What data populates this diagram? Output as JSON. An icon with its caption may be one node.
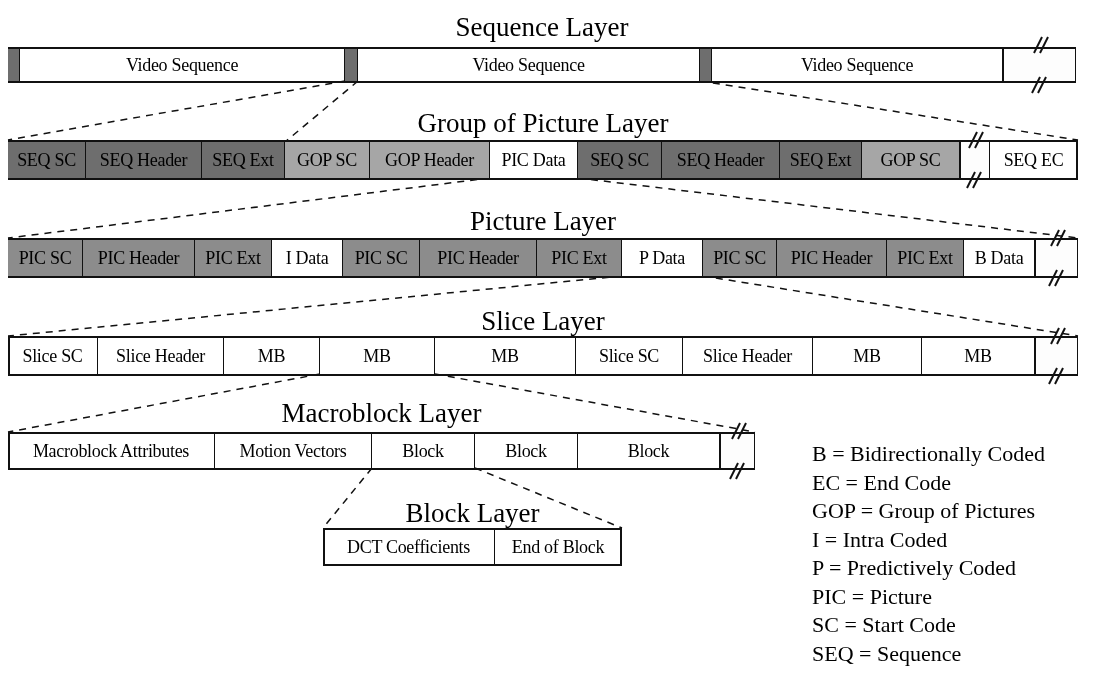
{
  "diagram": {
    "nodes": [
      {
        "text": [
          "Sequence Layer"
        ]
      },
      {
        "text": [],
        "shape": "box",
        "in": 0
      },
      {
        "text": [
          "Video Sequence"
        ],
        "in": 0
      },
      {
        "text": [],
        "shape": "box",
        "in": 0
      },
      {
        "text": [
          "Video Sequence"
        ],
        "in": 0
      },
      {
        "text": [],
        "shape": "box",
        "in": 0
      },
      {
        "text": [
          "Video Sequence"
        ],
        "in": 0
      },
      {
        "text": [],
        "shape": "box",
        "in": 0
      },
      {
        "text": [
          "Group of Picture Layer"
        ]
      },
      {
        "text": [
          "SEQ SC"
        ],
        "in": 8
      },
      {
        "text": [
          "SEQ Header"
        ],
        "in": 8
      },
      {
        "text": [
          "SEQ Ext"
        ],
        "in": 8
      },
      {
        "text": [
          "GOP SC"
        ],
        "in": 8
      },
      {
        "text": [
          "GOP Header"
        ],
        "in": 8
      },
      {
        "text": [
          "PIC Data"
        ],
        "in": 8
      },
      {
        "text": [
          "SEQ SC"
        ],
        "in": 8
      },
      {
        "text": [
          "SEQ Header"
        ],
        "in": 8
      },
      {
        "text": [
          "SEQ Ext"
        ],
        "in": 8
      },
      {
        "text": [
          "GOP SC"
        ],
        "in": 8
      },
      {
        "text": [],
        "shape": "box",
        "in": 8
      },
      {
        "text": [
          "SEQ EC"
        ],
        "in": 8
      },
      {
        "text": [
          "Picture Layer"
        ]
      },
      {
        "text": [
          "PIC SC"
        ],
        "in": 21
      },
      {
        "text": [
          "PIC Header"
        ],
        "in": 21
      },
      {
        "text": [
          "PIC Ext"
        ],
        "in": 21
      },
      {
        "text": [
          "I Data"
        ],
        "in": 21
      },
      {
        "text": [
          "PIC SC"
        ],
        "in": 21
      },
      {
        "text": [
          "PIC Header"
        ],
        "in": 21
      },
      {
        "text": [
          "PIC Ext"
        ],
        "in": 21
      },
      {
        "text": [
          "P Data"
        ],
        "in": 21
      },
      {
        "text": [
          "PIC SC"
        ],
        "in": 21
      },
      {
        "text": [
          "PIC Header"
        ],
        "in": 21
      },
      {
        "text": [
          "PIC Ext"
        ],
        "in": 21
      },
      {
        "text": [
          "B Data"
        ],
        "in": 21
      },
      {
        "text": [],
        "shape": "box",
        "in": 21
      },
      {
        "text": [
          "Slice Layer"
        ]
      },
      {
        "text": [
          "Slice SC"
        ],
        "in": 35
      },
      {
        "text": [
          "Slice Header"
        ],
        "in": 35
      },
      {
        "text": [
          "MB"
        ],
        "in": 35
      },
      {
        "text": [
          "MB"
        ],
        "in": 35
      },
      {
        "text": [
          "MB"
        ],
        "in": 35
      },
      {
        "text": [
          "Slice SC"
        ],
        "in": 35
      },
      {
        "text": [
          "Slice Header"
        ],
        "in": 35
      },
      {
        "text": [
          "MB"
        ],
        "in": 35
      },
      {
        "text": [
          "MB"
        ],
        "in": 35
      },
      {
        "text": [],
        "shape": "box",
        "in": 35
      },
      {
        "text": [
          "Macroblock Layer"
        ]
      },
      {
        "text": [
          "Macroblock Attributes"
        ],
        "in": 46
      },
      {
        "text": [
          "Motion Vectors"
        ],
        "in": 46
      },
      {
        "text": [
          "Block"
        ],
        "in": 46
      },
      {
        "text": [
          "Block"
        ],
        "in": 46
      },
      {
        "text": [
          "Block"
        ],
        "in": 46
      },
      {
        "text": [],
        "shape": "box",
        "in": 46
      },
      {
        "text": [
          "Block Layer"
        ]
      },
      {
        "text": [
          "DCT Coefficients"
        ],
        "in": 53
      },
      {
        "text": [
          "End of Block"
        ],
        "in": 53
      }
    ],
    "edges": [
      {
        "from": 3,
        "to": 8,
        "arrow": "none",
        "style": "dashed"
      },
      {
        "from": 4,
        "to": 12,
        "arrow": "none",
        "style": "dashed"
      },
      {
        "from": 5,
        "to": 8,
        "arrow": "none",
        "style": "dashed"
      },
      {
        "from": 14,
        "to": 21,
        "arrow": "none",
        "style": "dashed"
      },
      {
        "from": 14,
        "to": 21,
        "arrow": "none",
        "style": "dashed"
      },
      {
        "from": 29,
        "to": 35,
        "arrow": "none",
        "style": "dashed"
      },
      {
        "from": 29,
        "to": 35,
        "arrow": "none",
        "style": "dashed"
      },
      {
        "from": 39,
        "to": 46,
        "arrow": "none",
        "style": "dashed"
      },
      {
        "from": 39,
        "to": 46,
        "arrow": "none",
        "style": "dashed"
      },
      {
        "from": 49,
        "to": 53,
        "arrow": "none",
        "style": "dashed"
      },
      {
        "from": 49,
        "to": 53,
        "arrow": "none",
        "style": "dashed"
      }
    ],
    "labels": [
      "B = Bidirectionally Coded",
      "EC = End Code",
      "GOP = Group of Pictures",
      "I = Intra Coded",
      "P = Predictively Coded",
      "PIC = Picture",
      "SC = Start Code",
      "SEQ = Sequence"
    ]
  }
}
